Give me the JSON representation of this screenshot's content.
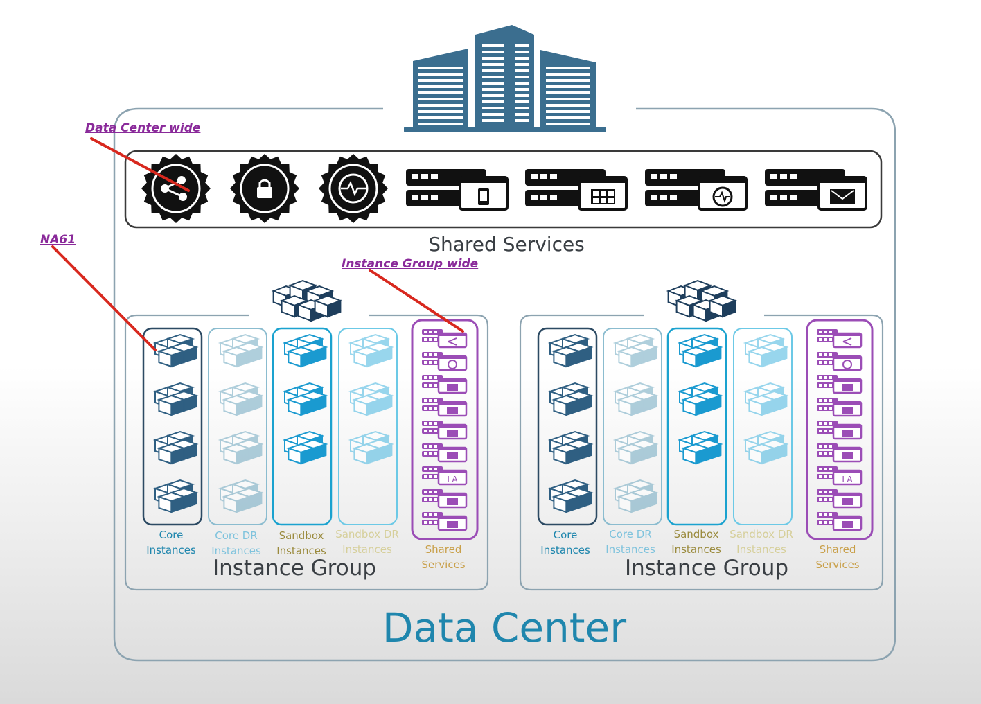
{
  "title": "Data Center",
  "shared_services_label": "Shared Services",
  "instance_group_label": "Instance Group",
  "annotations": {
    "data_center_wide": "Data Center wide",
    "na61": "NA61",
    "instance_group_wide": "Instance Group wide"
  },
  "columns": {
    "core": [
      "Core",
      "Instances"
    ],
    "core_dr": [
      "Core DR",
      "Instances"
    ],
    "sandbox": [
      "Sandbox",
      "Instances"
    ],
    "sandbox_dr": [
      "Sandbox DR",
      "Instances"
    ],
    "shared": [
      "Shared",
      "Services"
    ]
  },
  "colors": {
    "outline": "#8ca3b0",
    "building": "#3b6e8f",
    "title_blue": "#1f86ad",
    "core": "#2c4a63",
    "core_dr": "#8bbccf",
    "sandbox": "#1aa2cf",
    "sandbox_dr": "#6cc9e6",
    "shared": "#9b4db6",
    "label_gold": "#c9a04a",
    "note_purple": "#8a2a9a",
    "arrow_red": "#d8281e"
  },
  "icons": [
    "share-gear-icon",
    "lock-gear-icon",
    "monitor-gear-icon",
    "server-tablet-icon",
    "server-grid-icon",
    "server-clock-icon",
    "server-mail-icon"
  ],
  "shared_service_badges": [
    "share",
    "clock",
    "doc",
    "lock",
    "mail",
    "grid",
    "LA",
    "form",
    "chart"
  ]
}
